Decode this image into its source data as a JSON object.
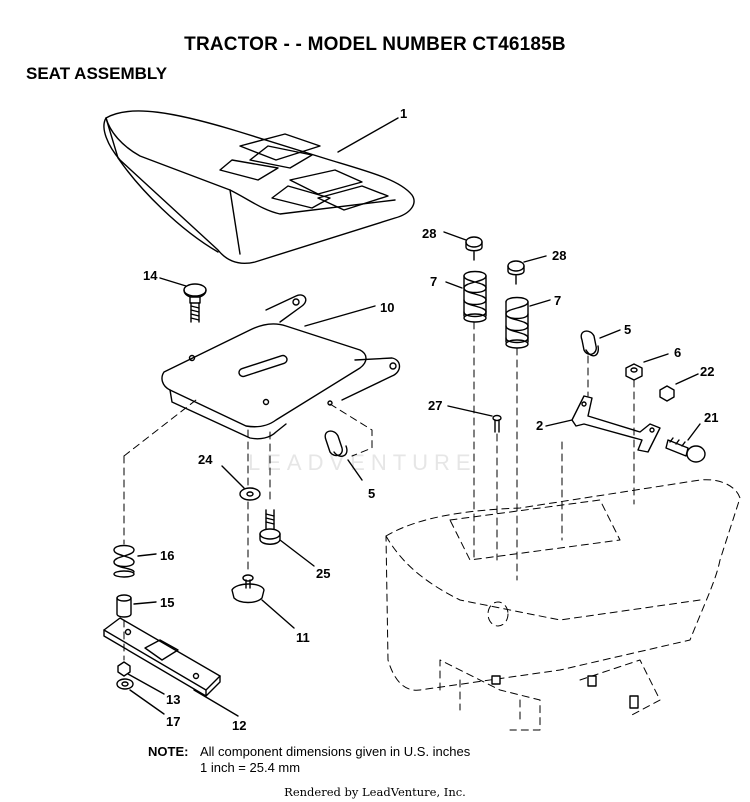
{
  "header": {
    "title": "TRACTOR - - MODEL NUMBER CT46185B",
    "subtitle": "SEAT ASSEMBLY"
  },
  "callouts": {
    "c1": "1",
    "c28a": "28",
    "c28b": "28",
    "c14": "14",
    "c10": "10",
    "c7a": "7",
    "c7b": "7",
    "c5a": "5",
    "c6": "6",
    "c22": "22",
    "c27": "27",
    "c2": "2",
    "c21": "21",
    "c24": "24",
    "c5b": "5",
    "c16": "16",
    "c25": "25",
    "c15": "15",
    "c11": "11",
    "c13": "13",
    "c17": "17",
    "c12": "12"
  },
  "watermark": "LEADVENTURE",
  "note": {
    "label": "NOTE:",
    "line1": "All component dimensions given in U.S. inches",
    "line2": "1 inch = 25.4 mm"
  },
  "footer": "Rendered by LeadVenture, Inc."
}
